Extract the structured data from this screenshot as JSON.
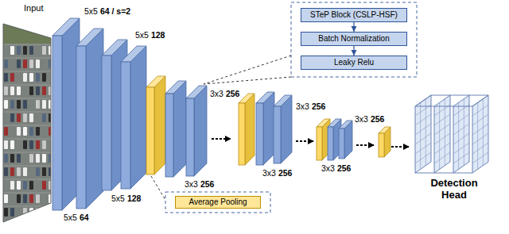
{
  "diagram": {
    "nodes": [
      {
        "text": [
          "STeP Block (CSLP-HSF)"
        ]
      },
      {
        "text": [
          "Batch Normalization"
        ]
      },
      {
        "text": [
          "Leaky Relu"
        ]
      },
      {
        "text": [
          "Average Pooling"
        ]
      }
    ],
    "edges": [
      {
        "from": 0,
        "to": 1,
        "arrow": "to"
      },
      {
        "from": 1,
        "to": 2,
        "arrow": "to"
      }
    ],
    "labels": [
      "Input",
      "5x5",
      "64 / s=2",
      "5x5",
      "128",
      "3x3",
      "256",
      "3x3",
      "256",
      "3x3",
      "256",
      "5x5",
      "64",
      "5x5",
      "128",
      "3x3",
      "256",
      "3x3",
      "256",
      "3x3",
      "256",
      "Detection Head"
    ]
  }
}
